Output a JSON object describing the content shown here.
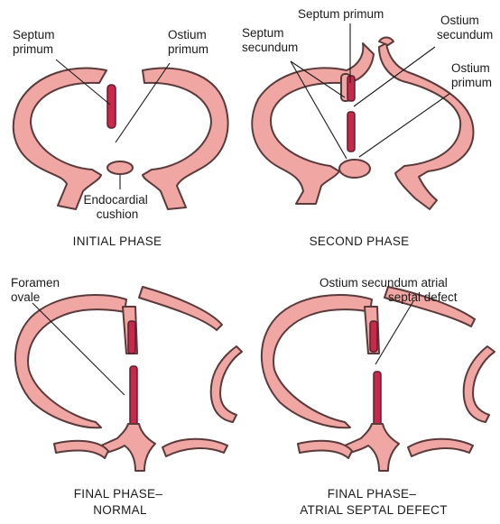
{
  "panels": [
    {
      "caption_lines": [
        "INITIAL PHASE"
      ],
      "labels": {
        "septum_primum": [
          "Septum",
          "primum"
        ],
        "ostium_primum": [
          "Ostium",
          "primum"
        ],
        "endocardial_cushion": [
          "Endocardial",
          "cushion"
        ]
      }
    },
    {
      "caption_lines": [
        "SECOND PHASE"
      ],
      "labels": {
        "septum_primum": [
          "Septum primum"
        ],
        "septum_secundum": [
          "Septum",
          "secundum"
        ],
        "ostium_secundum": [
          "Ostium",
          "secundum"
        ],
        "ostium_primum": [
          "Ostium",
          "primum"
        ]
      }
    },
    {
      "caption_lines": [
        "FINAL PHASE–",
        "NORMAL"
      ],
      "labels": {
        "foramen_ovale": [
          "Foramen",
          "ovale"
        ]
      }
    },
    {
      "caption_lines": [
        "FINAL PHASE–",
        "ATRIAL SEPTAL DEFECT"
      ],
      "labels": {
        "asd": [
          "Ostium secundum atrial",
          "septal defect"
        ]
      }
    }
  ],
  "colors": {
    "tissue": "#f0a6a2",
    "outline": "#5a3a3a",
    "septum": "#c8284a",
    "text": "#1a1a1a"
  }
}
